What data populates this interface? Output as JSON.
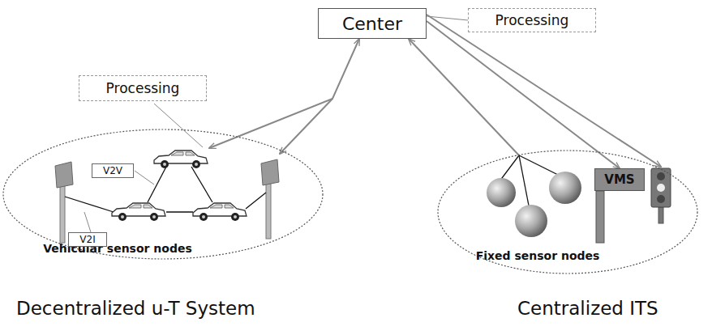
{
  "diagram": {
    "nodes": [
      {
        "text": [
          "Center"
        ]
      },
      {
        "text": [
          "Processing"
        ]
      },
      {
        "text": [
          "Vehicular sensor nodes"
        ]
      },
      {
        "text": [
          "Processing"
        ]
      },
      {
        "text": [
          "V2V"
        ],
        "in": 2
      },
      {
        "text": [
          "V2I"
        ],
        "in": 2
      },
      {
        "text": [
          "Fixed sensor nodes"
        ]
      },
      {
        "text": [
          "VMS"
        ],
        "in": 6
      }
    ],
    "edges": [
      {
        "from": 1,
        "to": 0,
        "arrow": "none"
      },
      {
        "from": 0,
        "to": 2,
        "arrow": "both"
      },
      {
        "from": 6,
        "to": 0,
        "arrow": "to"
      },
      {
        "from": 0,
        "to": 7,
        "arrow": "to"
      },
      {
        "from": 0,
        "to": 6,
        "arrow": "to"
      }
    ],
    "labels": [
      "Decentralized u-T System",
      "Centralized ITS"
    ]
  }
}
